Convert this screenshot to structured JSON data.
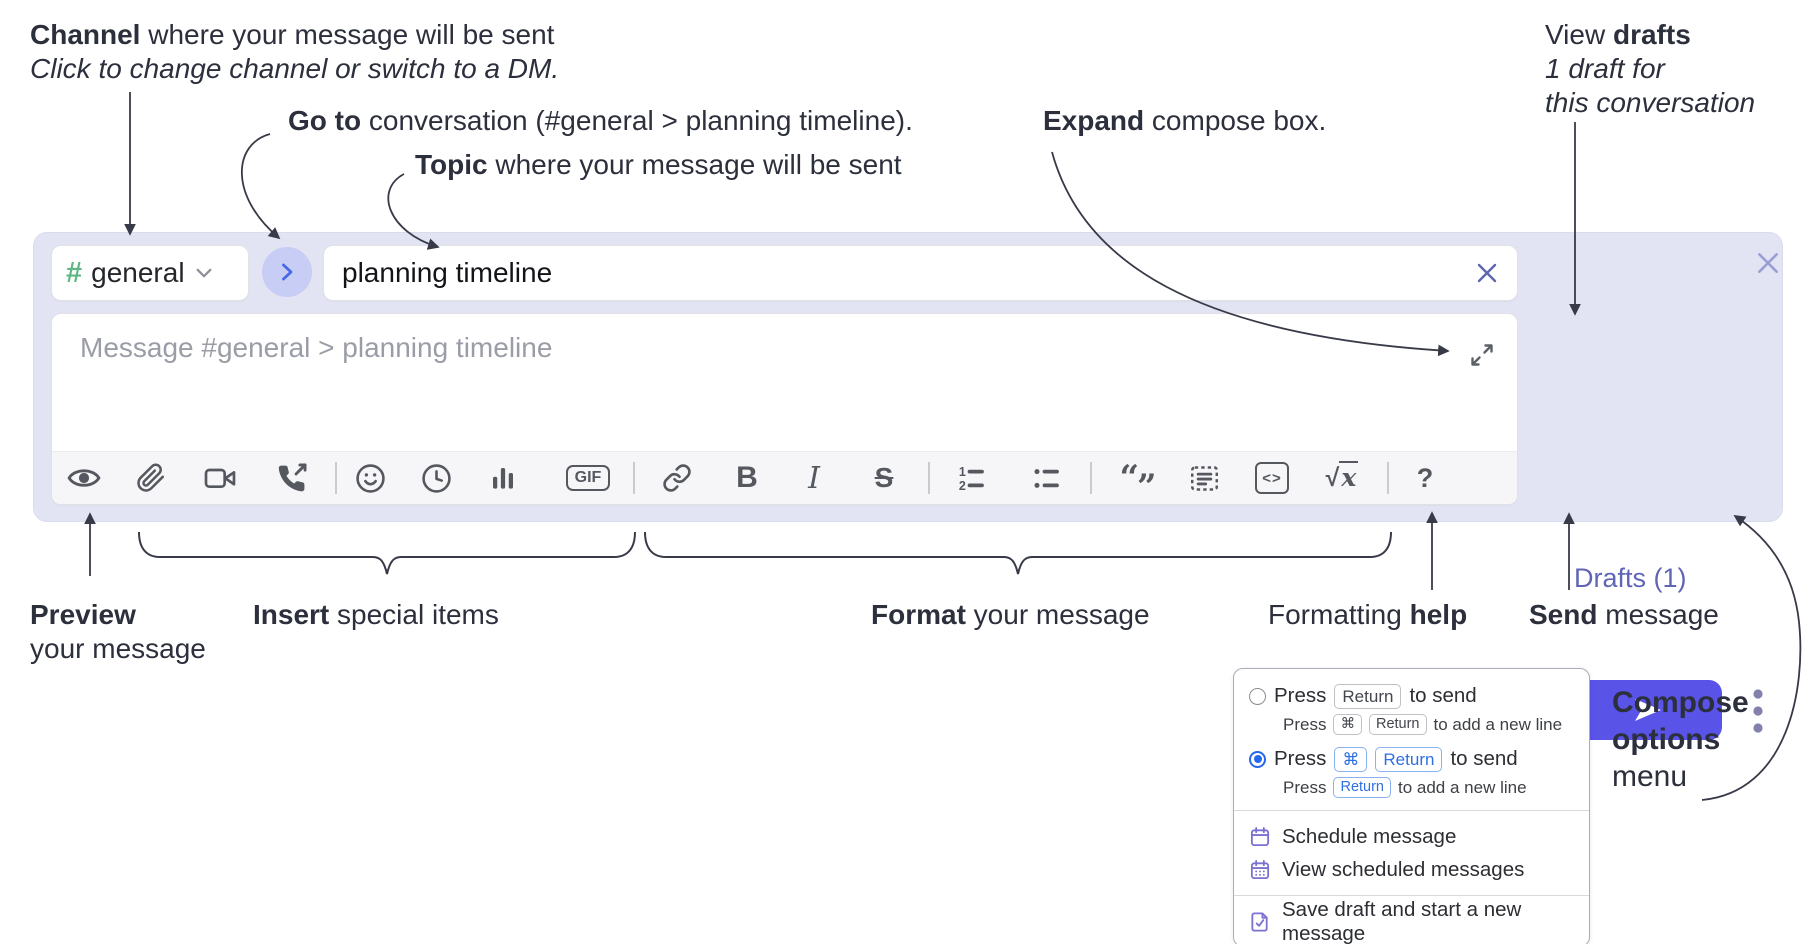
{
  "ann": {
    "channel": {
      "bold": "Channel",
      "rest": " where your message will be sent",
      "line2": "Click to change channel or switch to a DM."
    },
    "goto": {
      "bold": "Go to",
      "rest": " conversation (#general > planning timeline)."
    },
    "topic": {
      "bold": "Topic",
      "rest": " where your message will be sent"
    },
    "expand": {
      "bold": "Expand",
      "rest": " compose box."
    },
    "view_drafts": {
      "pre": "View ",
      "bold": "drafts",
      "line2": "1 draft for",
      "line3": "this conversation"
    },
    "preview": {
      "bold": "Preview",
      "line2": "your message"
    },
    "insert": {
      "bold": "Insert",
      "rest": " special items"
    },
    "format": {
      "bold": "Format",
      "rest": " your message"
    },
    "help": {
      "pre": "Formatting ",
      "bold": "help"
    },
    "send": {
      "bold": "Send",
      "rest": " message"
    },
    "compose_options": {
      "line1": "Compose",
      "line2": "options",
      "line3": "menu"
    }
  },
  "compose": {
    "channel": {
      "hash": "#",
      "name": "general"
    },
    "topic": {
      "value": "planning timeline"
    },
    "message": {
      "placeholder": "Message #general > planning timeline"
    },
    "drafts_label": "Drafts (1)"
  },
  "toolbar": {
    "gif": "GIF",
    "bold": "B",
    "italic": "I",
    "strike": "S",
    "quote1": "“",
    "quote2": "”",
    "code": "<>",
    "sqrt": "√",
    "sqrt_x": "x",
    "help": "?"
  },
  "menu": {
    "option_return": {
      "press": "Press",
      "key": "Return",
      "suffix": "to send",
      "sub": {
        "press": "Press",
        "key1": "⌘",
        "key2": "Return",
        "suffix": "to add a new line"
      }
    },
    "option_cmd_return": {
      "press": "Press",
      "key1": "⌘",
      "key2": "Return",
      "suffix": "to send",
      "sub": {
        "press": "Press",
        "key": "Return",
        "suffix": "to add a new line"
      }
    },
    "items": [
      {
        "label": "Schedule message"
      },
      {
        "label": "View scheduled messages"
      },
      {
        "label": "Save draft and start a new message"
      }
    ]
  },
  "colors": {
    "compose_bg": "#e2e4f4",
    "send_button": "#5a53e8",
    "hash_green": "#5db884",
    "goto_blue": "#4569e6",
    "drafts_link": "#6065b5",
    "radio_blue": "#2568ee",
    "menu_icon_purple": "#7b71d1",
    "arrow": "#383b47"
  }
}
